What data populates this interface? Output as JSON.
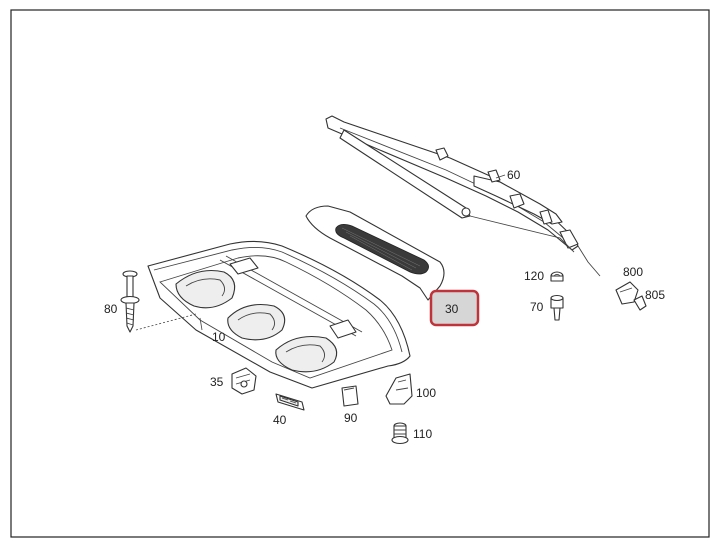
{
  "diagram": {
    "highlight_color": "#c0333a",
    "highlight_fill": "#d6d6d6",
    "callouts": {
      "p10": "10",
      "p30": "30",
      "p35": "35",
      "p40": "40",
      "p60": "60",
      "p70": "70",
      "p80": "80",
      "p90": "90",
      "p100": "100",
      "p110": "110",
      "p120": "120",
      "p800": "800",
      "p805": "805"
    },
    "highlighted_part": "30"
  }
}
